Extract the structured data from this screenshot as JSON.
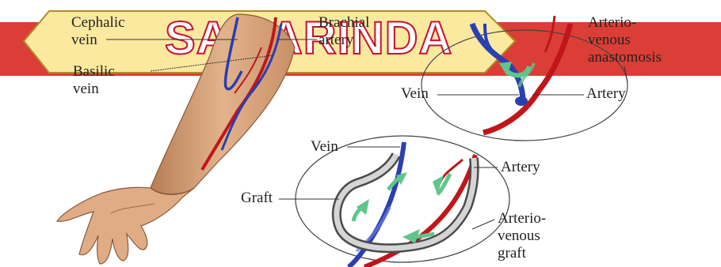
{
  "banner": {
    "text": "SAMARINDA"
  },
  "labels": {
    "cephalic_vein": [
      "Cephalic",
      "vein"
    ],
    "brachial_artery": [
      "Brachial",
      "artery"
    ],
    "basilic_vein": [
      "Basilic",
      "vein"
    ],
    "av_anastomosis": [
      "Arterio-",
      "venous",
      "anastomosis"
    ],
    "vein_top": "Vein",
    "artery_top": "Artery",
    "vein_bottom": "Vein",
    "artery_bottom": "Artery",
    "graft": "Graft",
    "av_graft": [
      "Arterio-",
      "venous",
      "graft"
    ]
  },
  "colors": {
    "artery": "#c0161b",
    "vein": "#2a3fb0",
    "graft": "#a8a8a8",
    "flow_arrow": "#5fc68b",
    "skin": "#d9a67e",
    "banner_fill": "#fbe9a0",
    "banner_red": "#d9342b"
  }
}
